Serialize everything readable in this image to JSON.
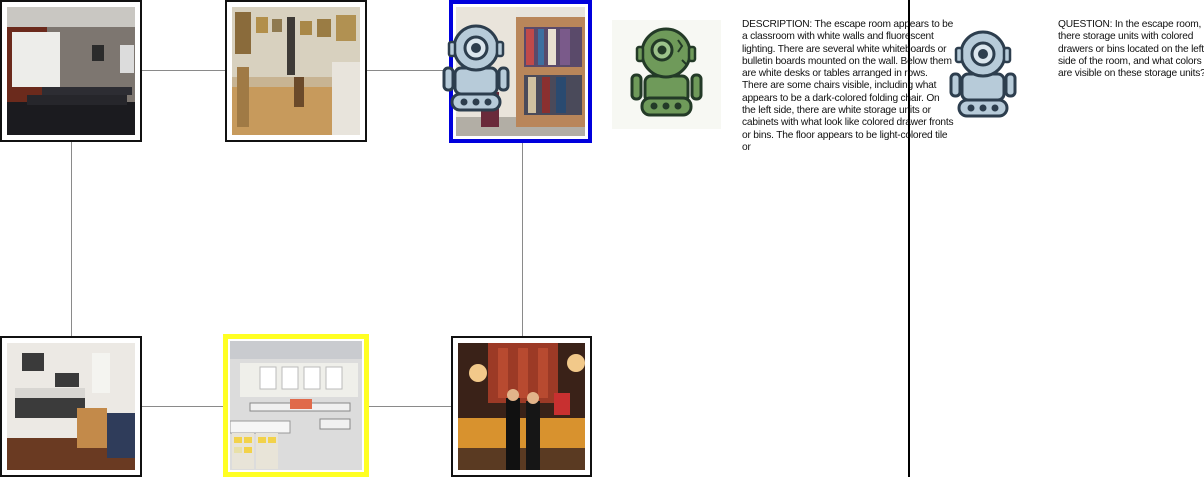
{
  "graph": {
    "rooms": [
      {
        "id": "classroom",
        "name": "room-classroom",
        "state": "normal"
      },
      {
        "id": "gallery",
        "name": "room-gallery",
        "state": "normal"
      },
      {
        "id": "closet",
        "name": "room-closet",
        "state": "current"
      },
      {
        "id": "studio",
        "name": "room-studio",
        "state": "normal"
      },
      {
        "id": "workroom",
        "name": "room-workroom",
        "state": "target"
      },
      {
        "id": "lobby",
        "name": "room-lobby",
        "state": "normal"
      }
    ],
    "colors": {
      "current": "#0000dd",
      "target": "#ffff22",
      "edge": "#8a8a8a"
    }
  },
  "panel": {
    "description": "DESCRIPTION: The escape room appears to be a classroom with white walls and fluorescent lighting. There are several white whiteboards or bulletin boards mounted on the wall. Below them are white desks or tables arranged in rows. There are some chairs visible, including what appears to be a dark-colored folding chair. On the left side, there are white storage units or cabinets with what look like colored drawer fronts or bins. The floor appears to be light-colored tile or",
    "question": "QUESTION: In the escape room, are there storage units with colored drawers or bins located on the left side of the room, and what colors are visible on these storage units?",
    "describer_robot_color": "#6f9a5a",
    "questioner_robot_color": "#b7cbd9"
  }
}
